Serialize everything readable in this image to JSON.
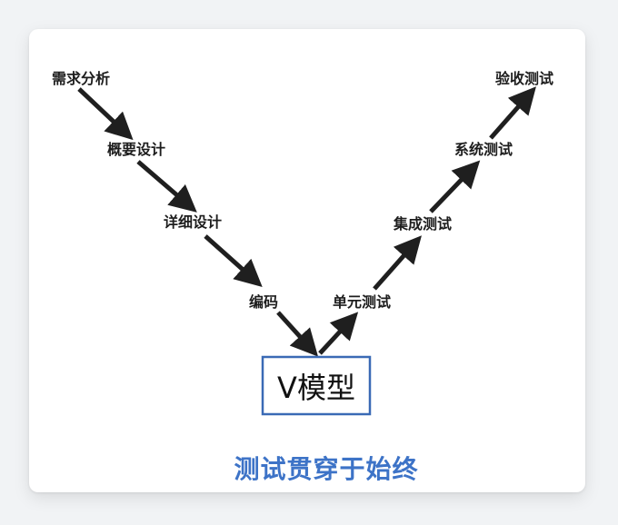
{
  "diagram": {
    "left_branch": [
      "需求分析",
      "概要设计",
      "详细设计",
      "编码"
    ],
    "right_branch": [
      "单元测试",
      "集成测试",
      "系统测试",
      "验收测试"
    ],
    "center_label": "V模型",
    "footer": "测试贯穿于始终",
    "colors": {
      "arrow": "#1f1f1f",
      "center_box_border": "#3a6ab5",
      "footer_text": "#3d73c7"
    }
  }
}
